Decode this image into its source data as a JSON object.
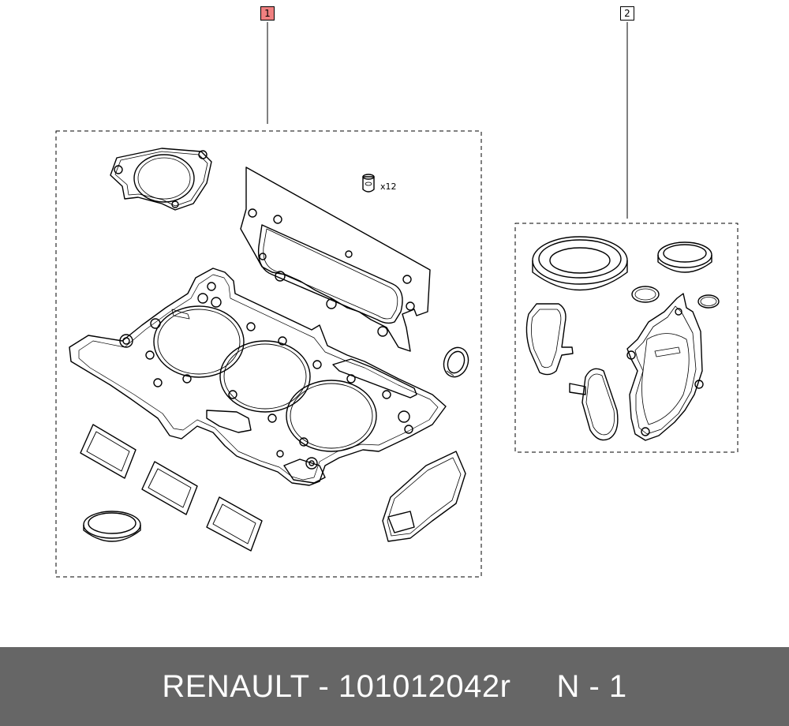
{
  "callouts": [
    {
      "label": "1",
      "highlight_color": "#f08080"
    },
    {
      "label": "2",
      "highlight_color": "#ffffff"
    }
  ],
  "annotations": {
    "cap_qty": "x12"
  },
  "footer": {
    "text": "RENAULT - 101012042r     N - 1",
    "background": "#666666",
    "color": "#ffffff"
  }
}
